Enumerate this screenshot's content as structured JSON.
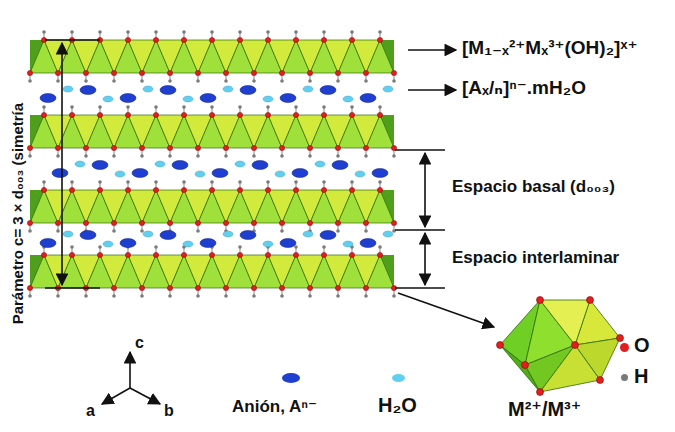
{
  "diagram": {
    "labels": [
      "Parámetro c= 3 × d₀₀₃ (simetría",
      "[M₁₋ₓ²⁺Mₓ³⁺(OH)₂]ˣ⁺",
      "[Aₓ/ₙ]ⁿ⁻.mH₂O",
      "Espacio basal (d₀₀₃)",
      "Espacio interlaminar",
      "M²⁺/M³⁺",
      "c",
      "a",
      "b"
    ],
    "legend": [
      {
        "text": "Anión, Aⁿ⁻",
        "color": "#1f3fd0"
      },
      {
        "text": "H₂O",
        "color": "#5fd0f0"
      },
      {
        "text": "O",
        "color": "#e02020"
      },
      {
        "text": "H",
        "color": "#7a7a7a"
      }
    ]
  }
}
